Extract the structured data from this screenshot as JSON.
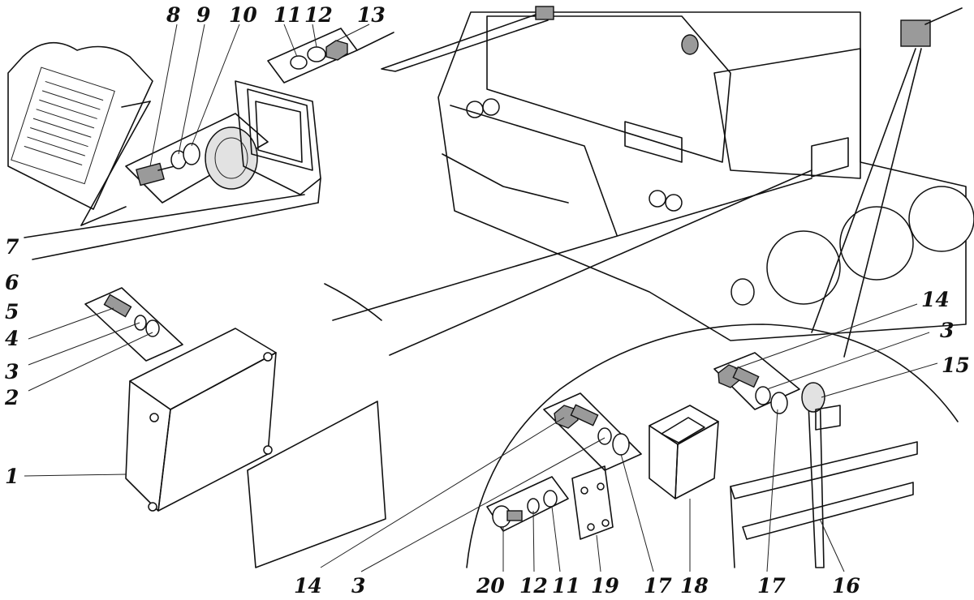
{
  "labels": {
    "l8": "8",
    "l9": "9",
    "l10": "10",
    "l11": "11",
    "l12": "12",
    "l13": "13",
    "l7": "7",
    "l6": "6",
    "l5": "5",
    "l4": "4",
    "l3a": "3",
    "l2": "2",
    "l1": "1",
    "l14a": "14",
    "l3b": "3",
    "l15": "15",
    "l14b": "14",
    "l3c": "3",
    "l20": "20",
    "l12b": "12",
    "l11b": "11",
    "l19": "19",
    "l17a": "17",
    "l18": "18",
    "l17b": "17",
    "l16": "16"
  }
}
